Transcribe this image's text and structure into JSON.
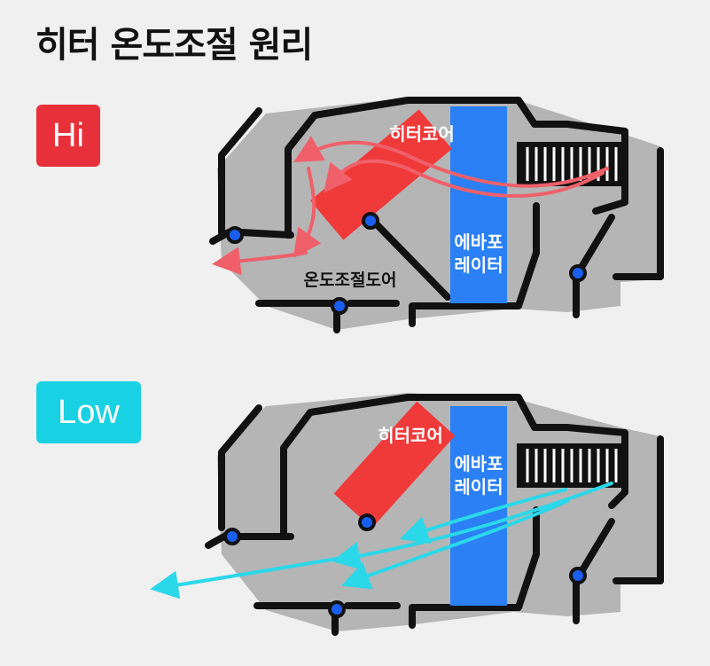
{
  "title": "히터 온도조절 원리",
  "colors": {
    "hi": "#e8303a",
    "low": "#18d1e3",
    "housing": "#b5b5b5",
    "wall": "#111111",
    "evaporator": "#2a80f4",
    "heater_core": "#f03a3a",
    "pivot": "#1a5ef0",
    "hi_flow": "#f0606a",
    "low_flow": "#2ad8ea"
  },
  "hi": {
    "badge": "Hi",
    "heater_core_label": "히터코어",
    "evaporator_label_line1": "에바포",
    "evaporator_label_line2": "레이터",
    "temp_door_label": "온도조절도어"
  },
  "low": {
    "badge": "Low",
    "heater_core_label": "히터코어",
    "evaporator_label_line1": "에바포",
    "evaporator_label_line2": "레이터"
  }
}
